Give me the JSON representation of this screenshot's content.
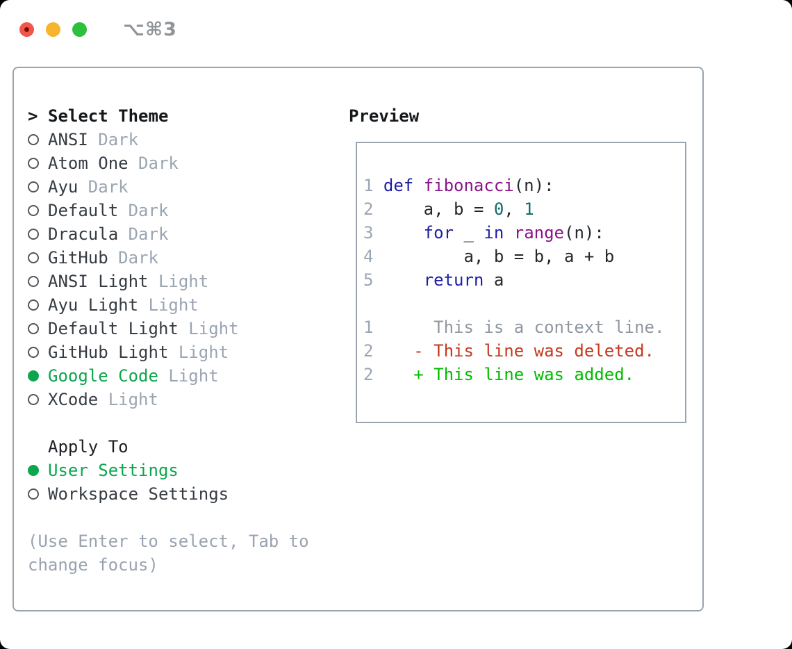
{
  "window": {
    "title": "⌥⌘3"
  },
  "theme_list": {
    "header_prefix": ">",
    "header": "Select Theme",
    "items": [
      {
        "name": "ANSI",
        "variant": "Dark",
        "selected": false
      },
      {
        "name": "Atom One",
        "variant": "Dark",
        "selected": false
      },
      {
        "name": "Ayu",
        "variant": "Dark",
        "selected": false
      },
      {
        "name": "Default",
        "variant": "Dark",
        "selected": false
      },
      {
        "name": "Dracula",
        "variant": "Dark",
        "selected": false
      },
      {
        "name": "GitHub",
        "variant": "Dark",
        "selected": false
      },
      {
        "name": "ANSI Light",
        "variant": "Light",
        "selected": false
      },
      {
        "name": "Ayu Light",
        "variant": "Light",
        "selected": false
      },
      {
        "name": "Default Light",
        "variant": "Light",
        "selected": false
      },
      {
        "name": "GitHub Light",
        "variant": "Light",
        "selected": false
      },
      {
        "name": "Google Code",
        "variant": "Light",
        "selected": true
      },
      {
        "name": "XCode",
        "variant": "Light",
        "selected": false
      }
    ]
  },
  "apply_to": {
    "header": "Apply To",
    "options": [
      {
        "label": "User Settings",
        "selected": true
      },
      {
        "label": "Workspace Settings",
        "selected": false
      }
    ]
  },
  "hint": "(Use Enter to select, Tab to change focus)",
  "preview": {
    "header": "Preview",
    "code_lines": [
      {
        "num": "1",
        "tokens": [
          {
            "t": "def",
            "c": "kw"
          },
          {
            "t": " ",
            "c": "pl"
          },
          {
            "t": "fibonacci",
            "c": "fn"
          },
          {
            "t": "(n):",
            "c": "pl"
          }
        ]
      },
      {
        "num": "2",
        "tokens": [
          {
            "t": "    a, b = ",
            "c": "pl"
          },
          {
            "t": "0",
            "c": "lit"
          },
          {
            "t": ", ",
            "c": "pl"
          },
          {
            "t": "1",
            "c": "lit"
          }
        ]
      },
      {
        "num": "3",
        "tokens": [
          {
            "t": "    ",
            "c": "pl"
          },
          {
            "t": "for",
            "c": "kw"
          },
          {
            "t": " _ ",
            "c": "pl"
          },
          {
            "t": "in",
            "c": "kw"
          },
          {
            "t": " ",
            "c": "pl"
          },
          {
            "t": "range",
            "c": "fn"
          },
          {
            "t": "(n):",
            "c": "pl"
          }
        ]
      },
      {
        "num": "4",
        "tokens": [
          {
            "t": "        a, b = b, a + b",
            "c": "pl"
          }
        ]
      },
      {
        "num": "5",
        "tokens": [
          {
            "t": "    ",
            "c": "pl"
          },
          {
            "t": "return",
            "c": "kw"
          },
          {
            "t": " a",
            "c": "pl"
          }
        ]
      }
    ],
    "diff_lines": [
      {
        "num": "1",
        "text": "     This is a context line.",
        "type": "context"
      },
      {
        "num": "2",
        "text": "   - This line was deleted.",
        "type": "deleted"
      },
      {
        "num": "2",
        "text": "   + This line was added.",
        "type": "added"
      }
    ]
  },
  "colors": {
    "selection_green": "#0ca64d",
    "diff_added_green": "#00bb00",
    "diff_deleted_red": "#c5391f",
    "keyword_blue": "#1e1ea8",
    "function_purple": "#8a128a",
    "literal_teal": "#0e6b6b",
    "muted_gray": "#9aa5b2",
    "border_gray": "#9aa3ae",
    "traffic_red": "#f2564a",
    "traffic_yellow": "#f7b52d",
    "traffic_green": "#2dc03c"
  }
}
